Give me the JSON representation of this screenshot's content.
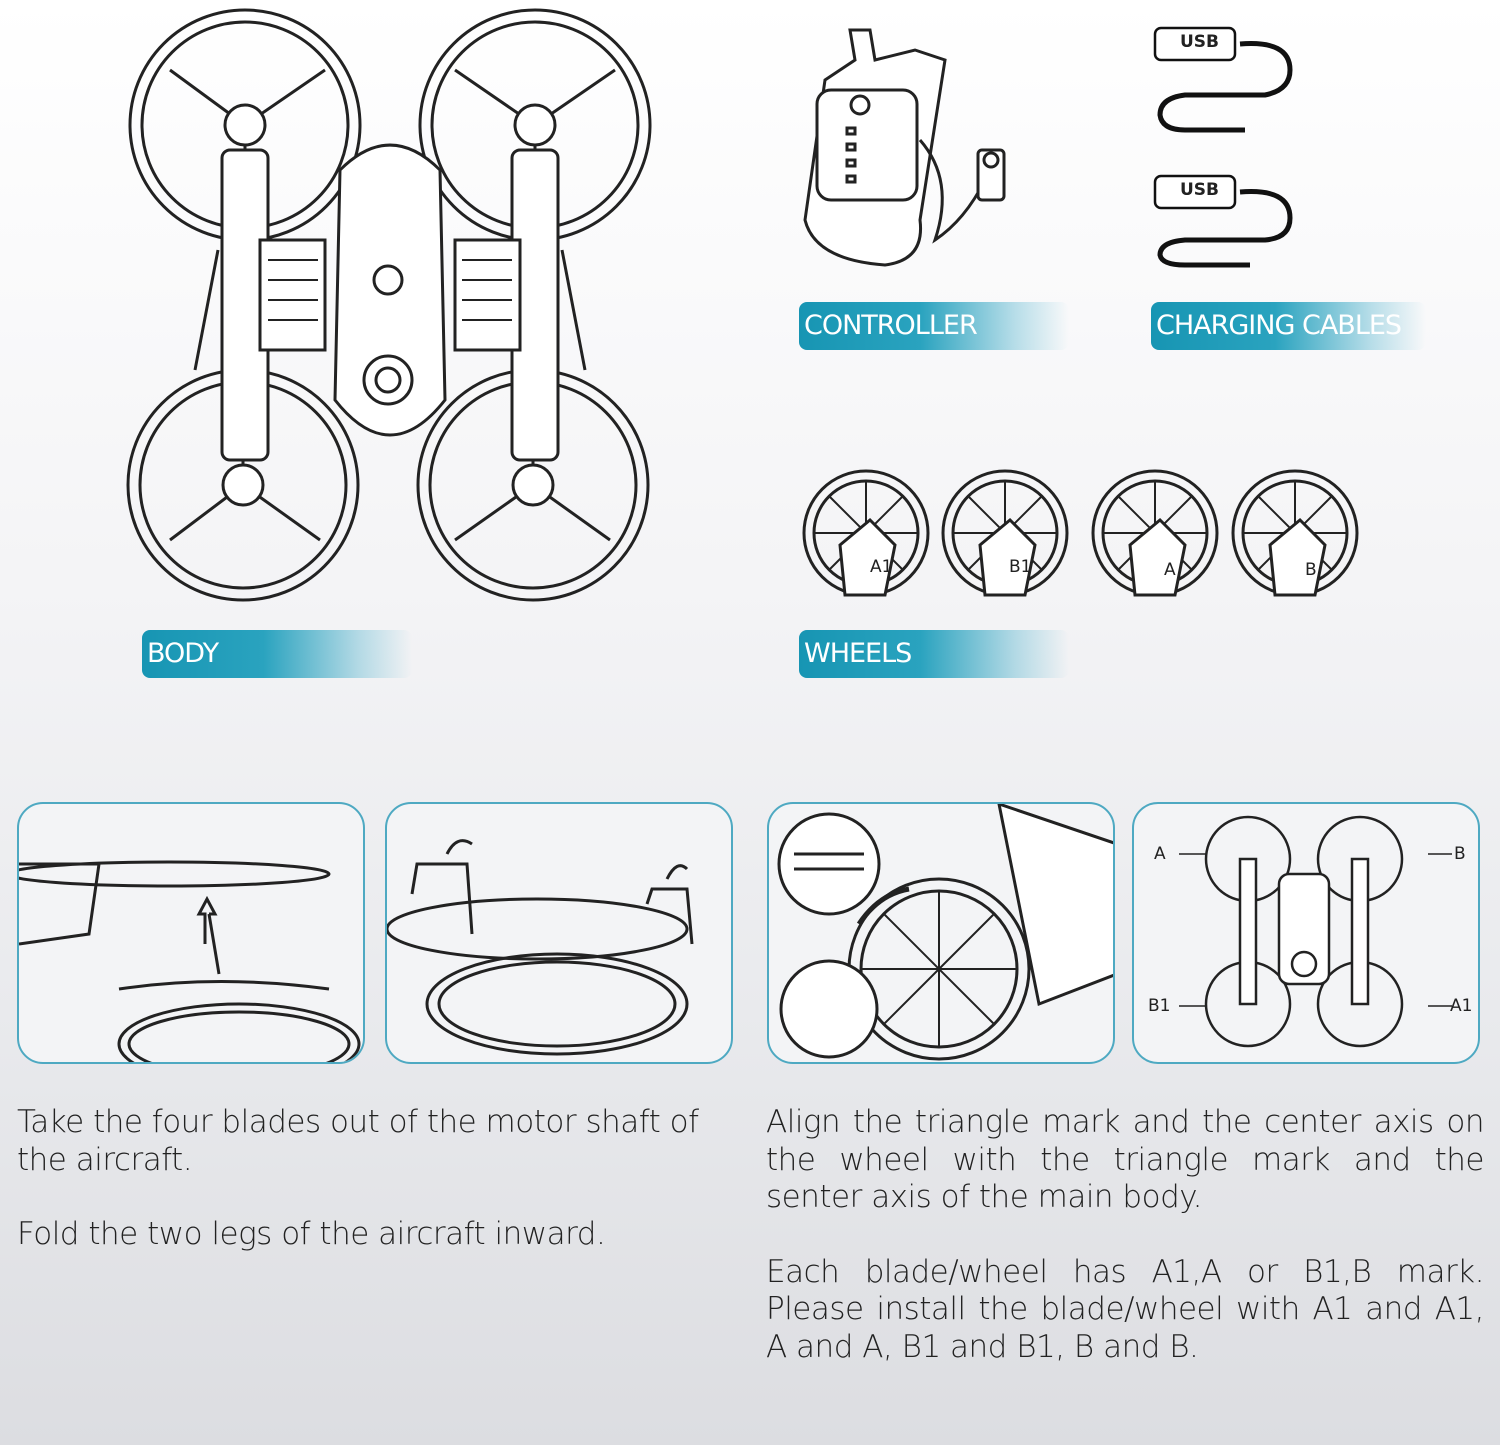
{
  "components": {
    "body_label": "BODY",
    "controller_label": "CONTROLLER",
    "cables_label": "CHARGING CABLES",
    "wheels_label": "WHEELS",
    "usb_text": "USB",
    "wheel_marks": [
      "A1",
      "B1",
      "A",
      "B"
    ]
  },
  "panels": {
    "position_marks": {
      "top_left": "A",
      "top_right": "B",
      "bottom_left": "B1",
      "bottom_right": "A1"
    }
  },
  "instructions": {
    "left": [
      "Take the four blades out of the motor shaft of the aircraft.",
      "Fold the two legs of the aircraft inward."
    ],
    "right": [
      "Align the triangle mark and the center axis on the wheel with the triangle mark and the senter axis of the main body.",
      "Each blade/wheel has A1,A or B1,B mark. Please install the blade/wheel with A1 and A1, A and A, B1 and B1, B and B."
    ]
  },
  "colors": {
    "accent": "#1795b3",
    "panel_border": "#4ea9c2"
  }
}
